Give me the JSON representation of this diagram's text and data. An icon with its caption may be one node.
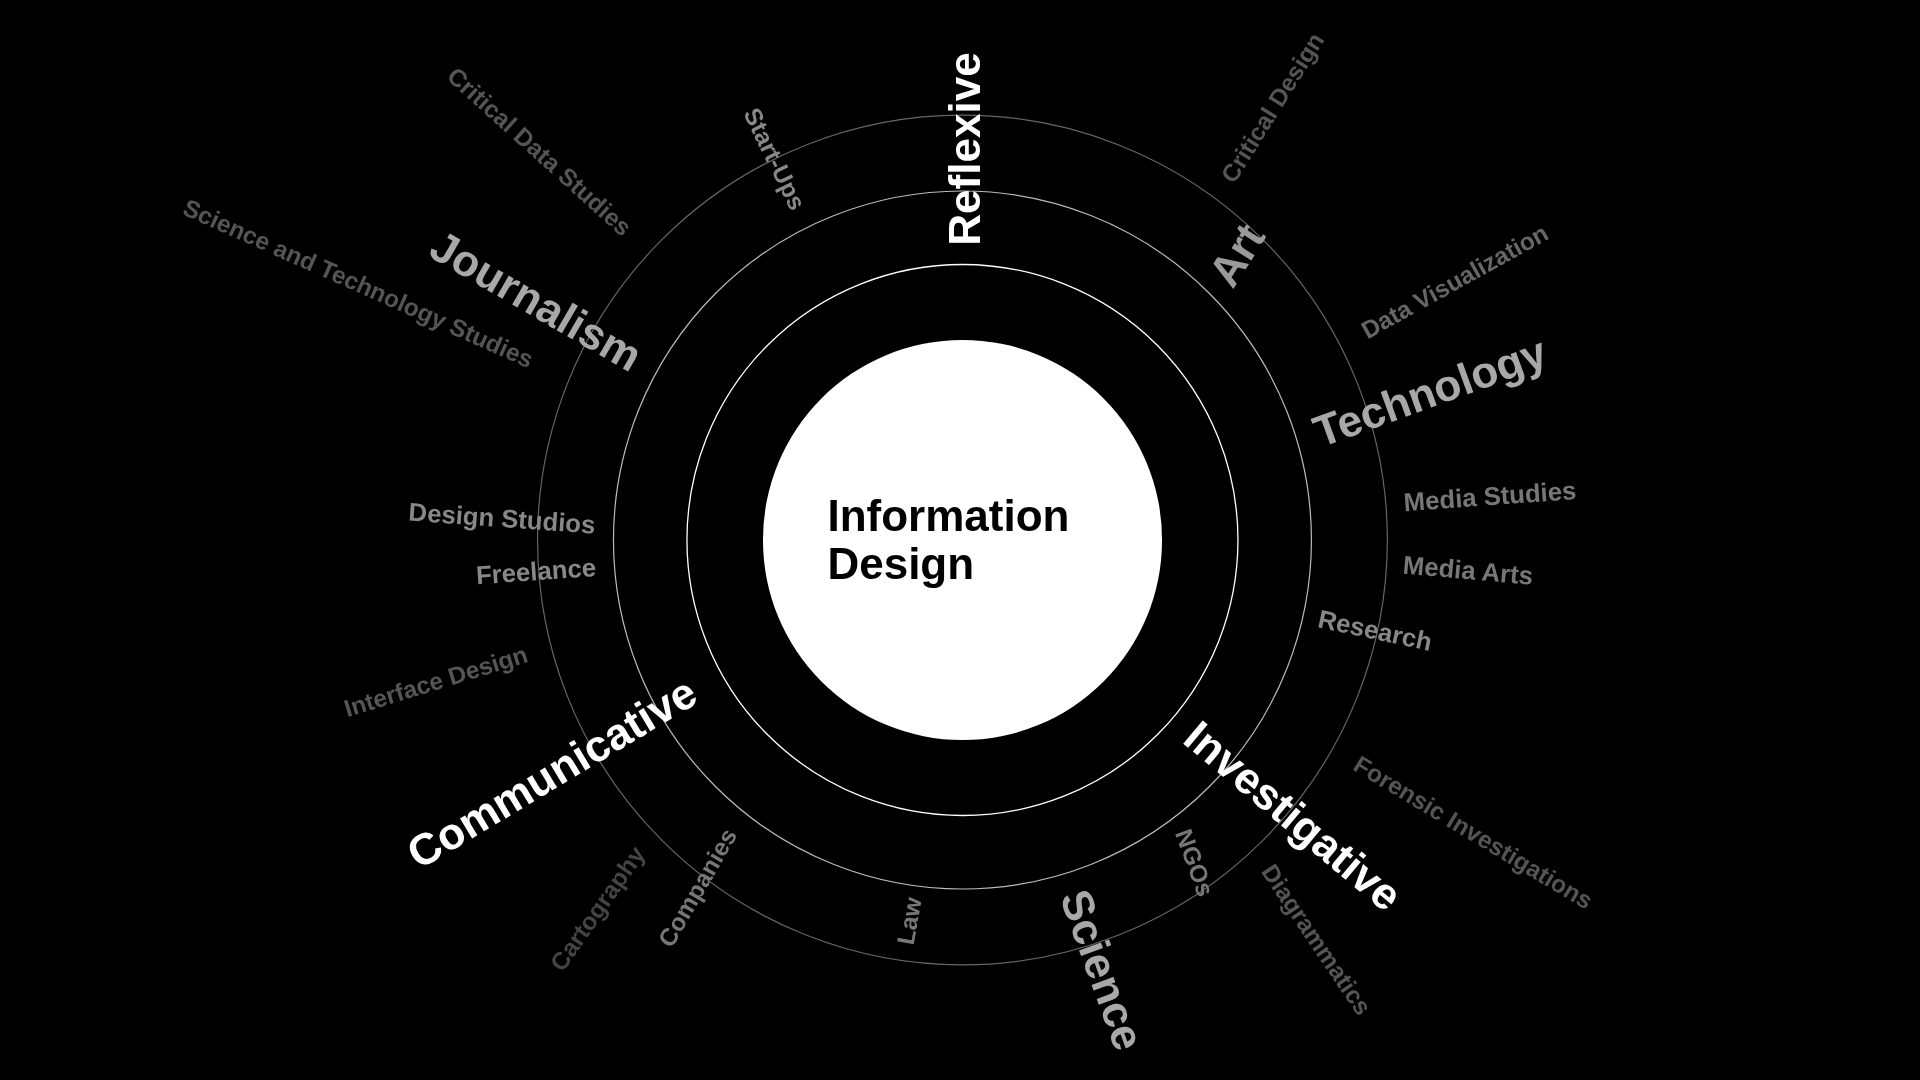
{
  "diagram": {
    "nodes": [
      {
        "text": [
          "Information Design"
        ]
      }
    ],
    "labels": [
      "Critical Data Studies",
      "Start-Ups",
      "Reflexive",
      "Critical Design",
      "Science and Technology Studies",
      "Art",
      "Journalism",
      "Data Visualization",
      "Technology",
      "Media Studies",
      "Design Studios",
      "Freelance",
      "Media Arts",
      "Research",
      "Interface Design",
      "Communicative",
      "Investigative",
      "Forensic Investigations",
      "Cartography",
      "Companies",
      "NGOs",
      "Diagrammatics",
      "Law",
      "Science"
    ]
  }
}
